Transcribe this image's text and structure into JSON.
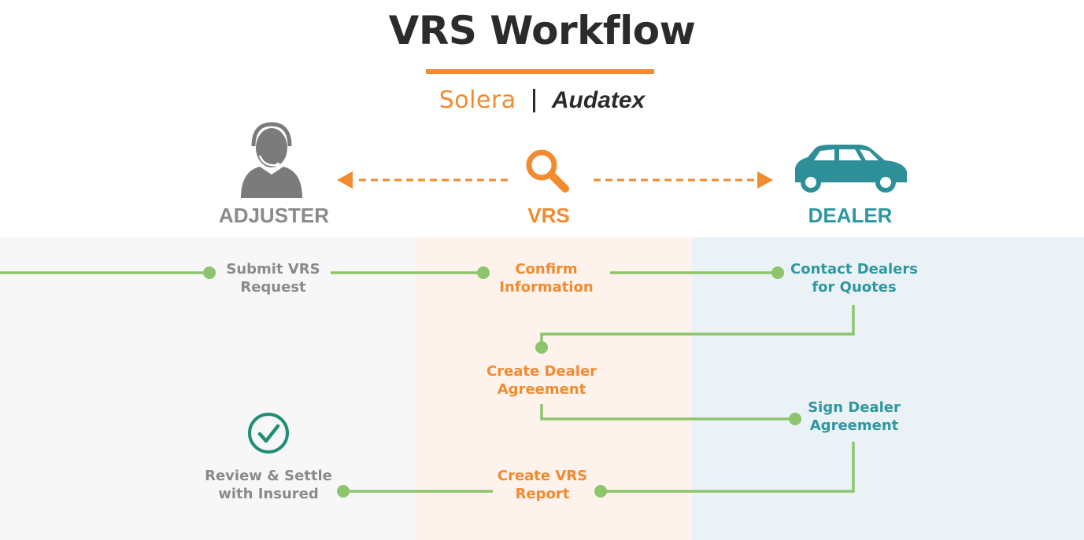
{
  "title": "VRS Workflow",
  "logo": {
    "left": "Solera",
    "right": "Audatex"
  },
  "roles": {
    "adjuster": "ADJUSTER",
    "vrs": "VRS",
    "dealer": "DEALER"
  },
  "icons": {
    "adjuster": "headset-person-icon",
    "vrs": "magnifier-icon",
    "dealer": "car-icon",
    "done": "checkmark-circle-icon"
  },
  "colors": {
    "accent": "#f28a30",
    "teal": "#2f97a0",
    "gray": "#8a8a8a",
    "connector": "#8cc56b",
    "checkmark": "#1f8e74"
  },
  "steps": {
    "submit": "Submit VRS\nRequest",
    "confirm": "Confirm\nInformation",
    "contact": "Contact Dealers\nfor Quotes",
    "create_agreement": "Create Dealer\nAgreement",
    "sign_agreement": "Sign Dealer\nAgreement",
    "create_report": "Create VRS\nReport",
    "review": "Review & Settle\nwith Insured"
  }
}
